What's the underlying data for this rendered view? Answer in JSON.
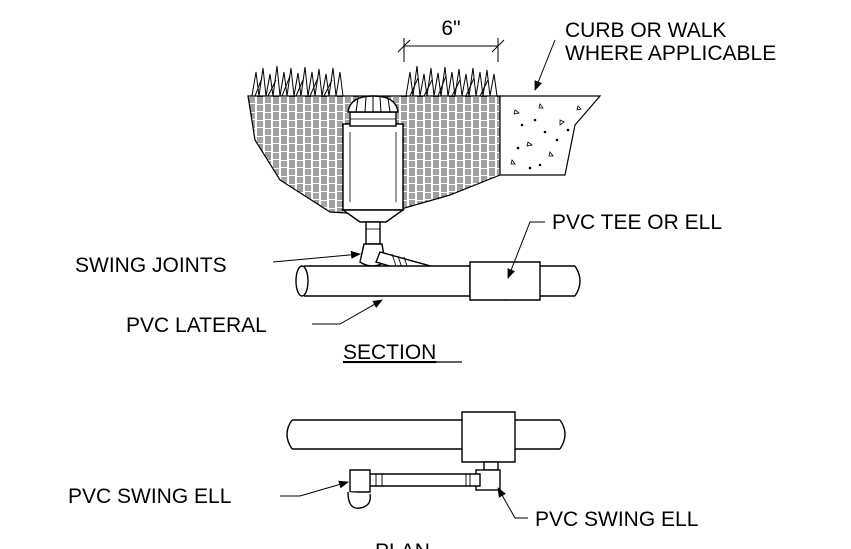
{
  "labels": {
    "dimension": "6\"",
    "curb_line1": "CURB OR WALK",
    "curb_line2": "WHERE APPLICABLE",
    "pvc_tee": "PVC TEE OR ELL",
    "swing_joints": "SWING JOINTS",
    "pvc_lateral": "PVC LATERAL",
    "section_title": "SECTION",
    "swing_ell_left": "PVC SWING ELL",
    "swing_ell_right": "PVC SWING ELL",
    "plan_title": "PLAN"
  }
}
